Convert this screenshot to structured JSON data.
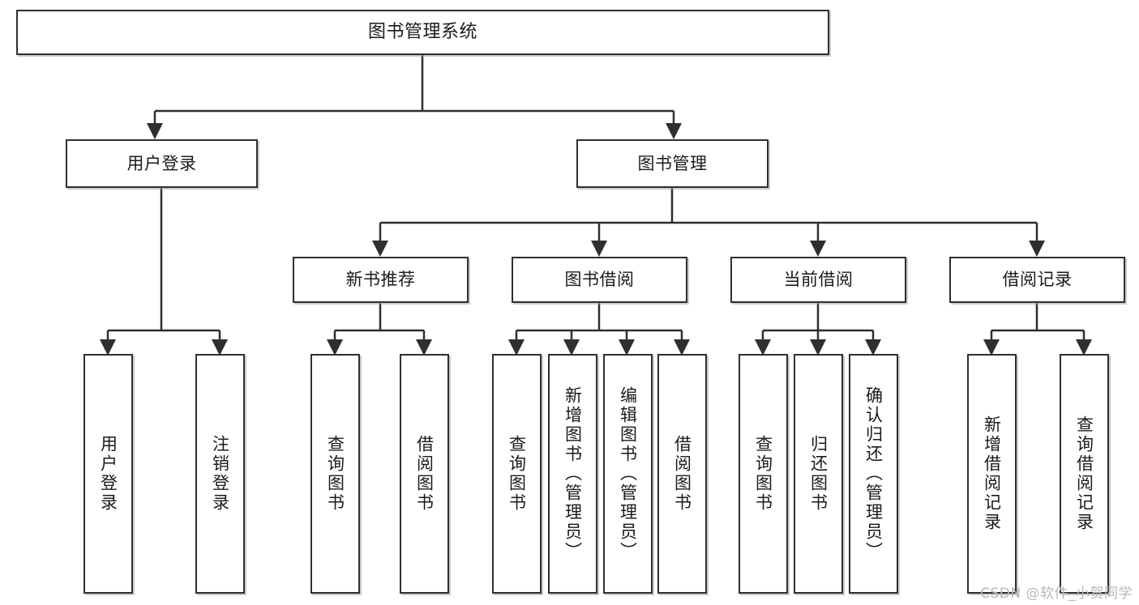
{
  "diagram": {
    "title": "图书管理系统",
    "type": "tree-hierarchy-functional-structure",
    "background_color": "#ffffff",
    "box_border_color": "#2f2f2f",
    "text_color": "#1b1b1b",
    "watermark": "CSDN @软件_小贺同学",
    "watermark_color": "#b8b8b8"
  },
  "nodes": {
    "root": {
      "label": "图书管理系统"
    },
    "level2": [
      {
        "id": "user-login",
        "label": "用户登录"
      },
      {
        "id": "book-management",
        "label": "图书管理"
      }
    ],
    "level3": [
      {
        "id": "new-book-recommend",
        "label": "新书推荐"
      },
      {
        "id": "book-borrow",
        "label": "图书借阅"
      },
      {
        "id": "current-borrow",
        "label": "当前借阅"
      },
      {
        "id": "borrow-record",
        "label": "借阅记录"
      }
    ],
    "leaves": [
      {
        "id": "leaf-user-login",
        "label": "用户登录",
        "parent": "user-login"
      },
      {
        "id": "leaf-logout-login",
        "label": "注销登录",
        "parent": "user-login"
      },
      {
        "id": "leaf-query-book-1",
        "label": "查询图书",
        "parent": "new-book-recommend"
      },
      {
        "id": "leaf-borrow-book-1",
        "label": "借阅图书",
        "parent": "new-book-recommend"
      },
      {
        "id": "leaf-query-book-2",
        "label": "查询图书",
        "parent": "book-borrow"
      },
      {
        "id": "leaf-add-book",
        "label": "新增图书（管理员）",
        "parent": "book-borrow"
      },
      {
        "id": "leaf-edit-book",
        "label": "编辑图书（管理员）",
        "parent": "book-borrow"
      },
      {
        "id": "leaf-borrow-book-2",
        "label": "借阅图书",
        "parent": "book-borrow"
      },
      {
        "id": "leaf-query-book-3",
        "label": "查询图书",
        "parent": "current-borrow"
      },
      {
        "id": "leaf-return-book",
        "label": "归还图书",
        "parent": "current-borrow"
      },
      {
        "id": "leaf-confirm-return",
        "label": "确认归还（管理员）",
        "parent": "current-borrow"
      },
      {
        "id": "leaf-add-record",
        "label": "新增借阅记录",
        "parent": "borrow-record"
      },
      {
        "id": "leaf-query-record",
        "label": "查询借阅记录",
        "parent": "borrow-record"
      }
    ]
  }
}
